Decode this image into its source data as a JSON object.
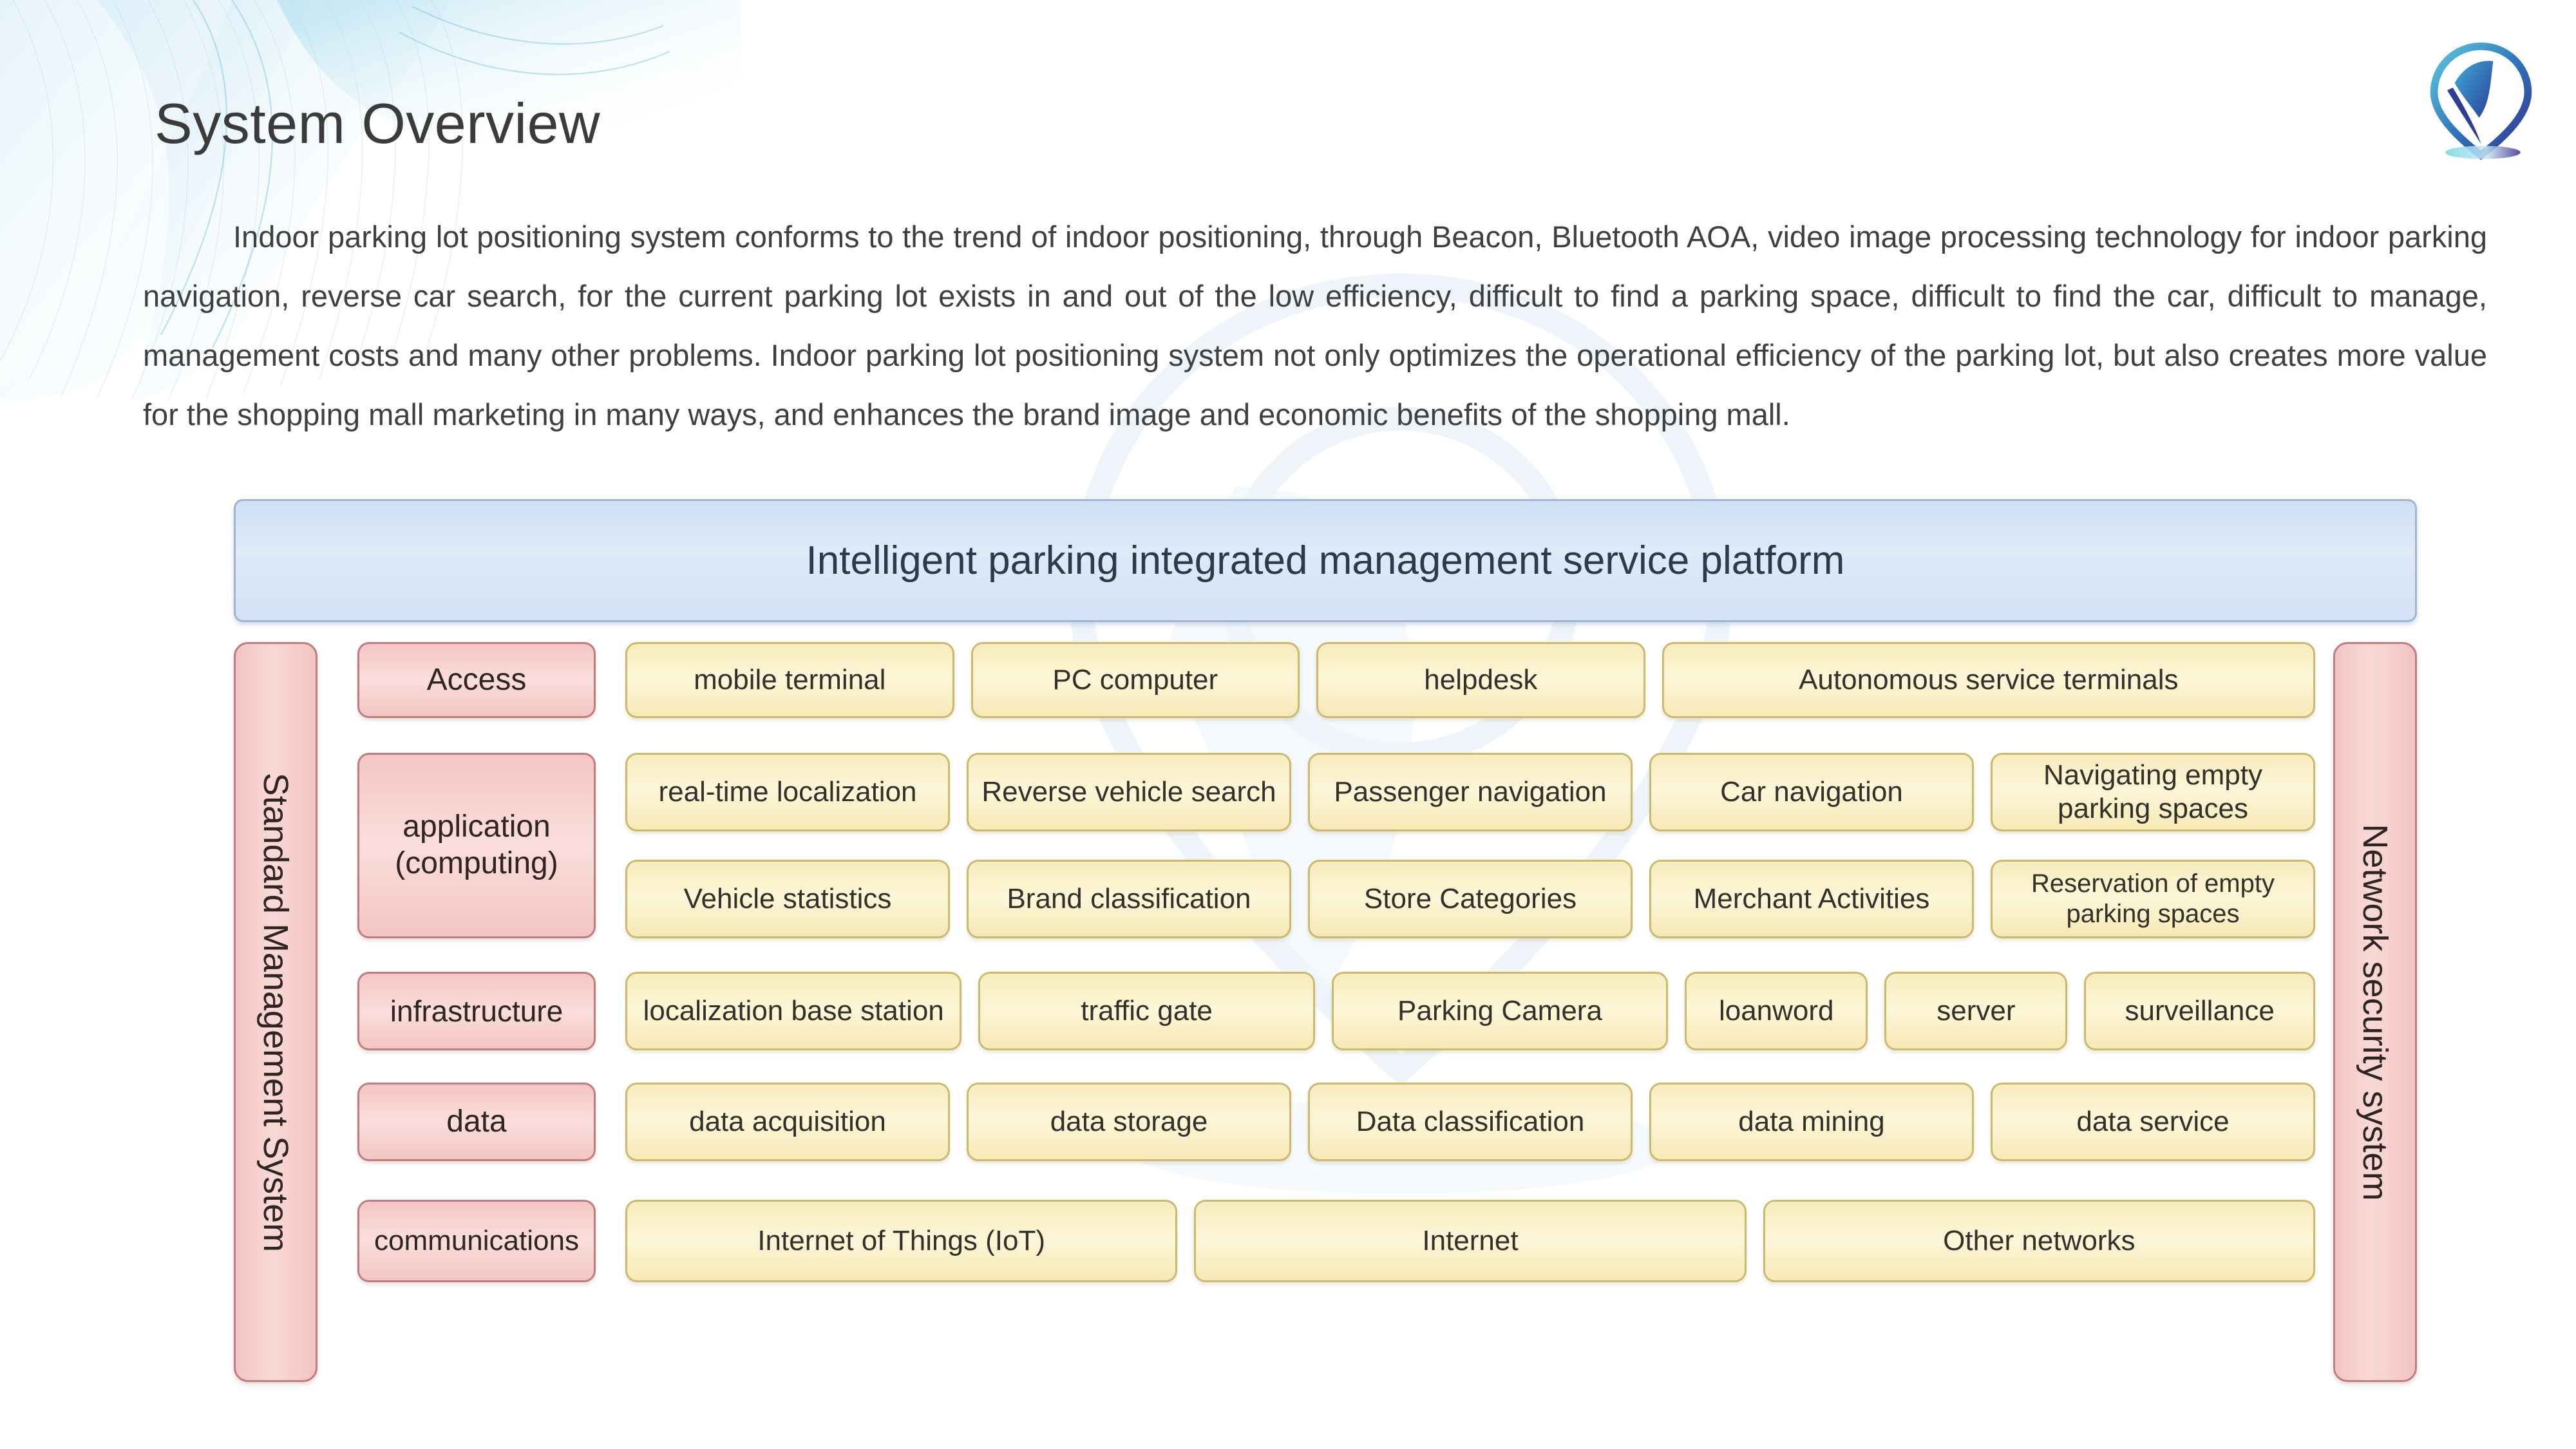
{
  "slide": {
    "title": "System Overview",
    "logo_icon": "location-pin-logo",
    "paragraph": "Indoor parking lot positioning system conforms to the trend of indoor positioning, through Beacon, Bluetooth AOA, video image processing technology for indoor parking navigation, reverse car search, for the current parking lot exists in and out of the low efficiency, difficult to find a parking space, difficult to find the car, difficult to manage, management costs and many other problems. Indoor parking lot positioning system not only optimizes the operational efficiency of the parking lot, but also creates more value for the shopping mall marketing in many ways, and enhances the brand image and economic benefits of the shopping mall."
  },
  "colors": {
    "pink_fill": "#f7d2d0",
    "pink_border": "#bf7d7c",
    "yellow_fill": "#fcf1c8",
    "yellow_border": "#cbb96d",
    "platform_fill": "#d7e5f6",
    "platform_border": "#9eb6d4",
    "title_text": "#3b3b3b",
    "body_text": "#3f3f3f"
  },
  "diagram": {
    "platform_label": "Intelligent parking integrated management service platform",
    "left_column_label": "Standard Management System",
    "right_column_label": "Network security system",
    "layers": [
      {
        "category": "Access",
        "items": [
          {
            "label": "mobile terminal",
            "flex": 1
          },
          {
            "label": "PC computer",
            "flex": 1
          },
          {
            "label": "helpdesk",
            "flex": 1
          },
          {
            "label": "Autonomous service terminals",
            "flex": 2.04
          }
        ]
      },
      {
        "category": "application (computing)",
        "category_line1": "application",
        "category_line2": "(computing)",
        "items": [
          {
            "label": "real-time localization",
            "flex": 1
          },
          {
            "label": "Reverse vehicle search",
            "flex": 1
          },
          {
            "label": "Passenger navigation",
            "flex": 1
          },
          {
            "label": "Car navigation",
            "flex": 1
          },
          {
            "label": "Navigating empty parking spaces",
            "flex": 1
          }
        ]
      },
      {
        "category": "application (computing)",
        "items": [
          {
            "label": "Vehicle statistics",
            "flex": 1
          },
          {
            "label": "Brand classification",
            "flex": 1
          },
          {
            "label": "Store Categories",
            "flex": 1
          },
          {
            "label": "Merchant Activities",
            "flex": 1
          },
          {
            "label": "Reservation of empty parking spaces",
            "flex": 1
          }
        ]
      },
      {
        "category": "infrastructure",
        "items": [
          {
            "label": "localization base station",
            "flex": 1
          },
          {
            "label": "traffic gate",
            "flex": 1
          },
          {
            "label": "Parking Camera",
            "flex": 1
          },
          {
            "label": "loanword",
            "flex": 0.52
          },
          {
            "label": "server",
            "flex": 0.52
          },
          {
            "label": "surveillance",
            "flex": 0.67
          }
        ]
      },
      {
        "category": "data",
        "items": [
          {
            "label": "data acquisition",
            "flex": 1
          },
          {
            "label": "data storage",
            "flex": 1
          },
          {
            "label": "Data classification",
            "flex": 1
          },
          {
            "label": "data mining",
            "flex": 1
          },
          {
            "label": "data service",
            "flex": 1
          }
        ]
      },
      {
        "category": "communications",
        "items": [
          {
            "label": "Internet of Things (IoT)",
            "flex": 1
          },
          {
            "label": "Internet",
            "flex": 1
          },
          {
            "label": "Other networks",
            "flex": 1
          }
        ]
      }
    ]
  }
}
